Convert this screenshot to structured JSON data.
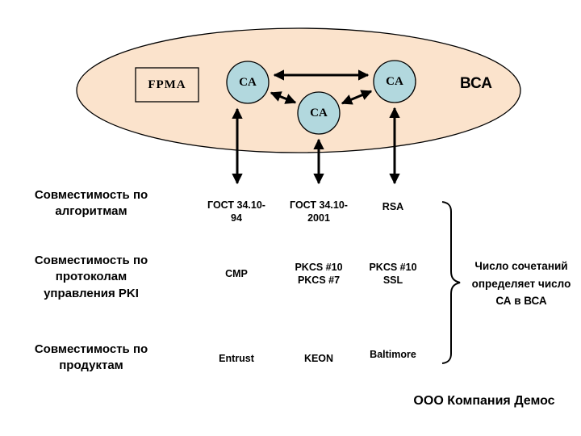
{
  "colors": {
    "background": "#FFFFFF",
    "ellipse_fill": "#FBE3CC",
    "fpma_fill": "#FBE3CC",
    "ca_fill": "#B2D8DE",
    "stroke": "#000000",
    "text": "#000000"
  },
  "ellipse": {
    "fpma_label": "FPMA",
    "bca_label": "ВСА",
    "ca_left": "CA",
    "ca_middle": "CA",
    "ca_right": "CA"
  },
  "row_labels": {
    "algorithms": "Совместимость по\nалгоритмам",
    "protocols": "Совместимость по\nпротоколам\nуправления PKI",
    "products": "Совместимость по\nпродуктам"
  },
  "matrix": {
    "col1": {
      "algorithm": "ГОСТ 34.10-\n94",
      "protocol": "CMP",
      "product": "Entrust"
    },
    "col2": {
      "algorithm": "ГОСТ 34.10-\n2001",
      "protocol": "PKCS #10\nPKCS #7",
      "product": "KEON"
    },
    "col3": {
      "algorithm": "RSA",
      "protocol": "PKCS #10\nSSL",
      "product": "Baltimore"
    }
  },
  "brace_note": "Число сочетаний\nопределяет число\nСА в ВСА",
  "footer": "ООО Компания Демос"
}
